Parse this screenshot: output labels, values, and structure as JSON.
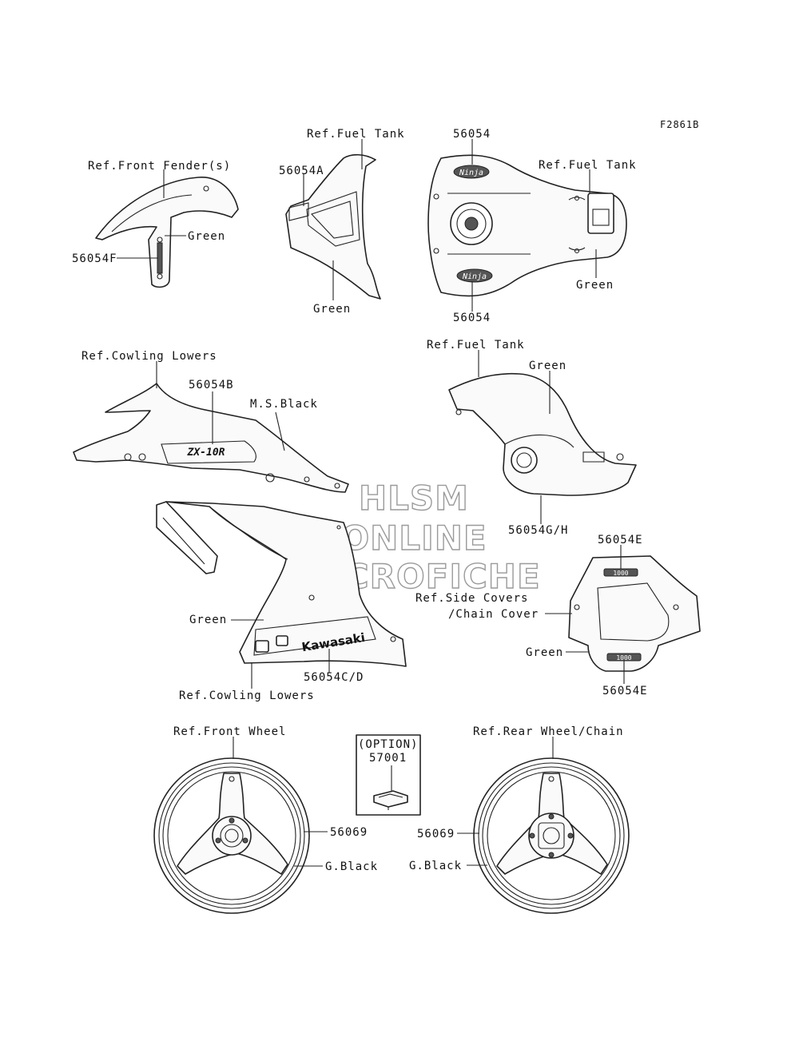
{
  "figure_code": "F2861B",
  "watermark": [
    "HLSM",
    "ONLINE",
    "MICROFICHE"
  ],
  "labels": {
    "ref_fuel_tank_top": "Ref.Fuel Tank",
    "p56054_top": "56054",
    "ref_front_fender": "Ref.Front Fender(s)",
    "p56054A": "56054A",
    "ref_fuel_tank_right": "Ref.Fuel Tank",
    "green_fender": "Green",
    "p56054F": "56054F",
    "green_tank_top": "Green",
    "green_tank_right": "Green",
    "p56054_bottom": "56054",
    "ref_cowling_lowers_top": "Ref.Cowling Lowers",
    "ref_fuel_tank_mid": "Ref.Fuel Tank",
    "green_tank_cover": "Green",
    "p56054B": "56054B",
    "ms_black": "M.S.Black",
    "p56054GH": "56054G/H",
    "p56054E_top": "56054E",
    "ref_side_covers": "Ref.Side Covers",
    "chain_cover": "/Chain Cover",
    "green_fairing": "Green",
    "green_seat": "Green",
    "p56054CD": "56054C/D",
    "p56054E_bottom": "56054E",
    "ref_cowling_lowers_bottom": "Ref.Cowling Lowers",
    "ref_front_wheel": "Ref.Front Wheel",
    "option": "(OPTION)",
    "p57001": "57001",
    "ref_rear_wheel": "Ref.Rear Wheel/Chain",
    "p56069_left": "56069",
    "p56069_right": "56069",
    "gblack_left": "G.Black",
    "gblack_right": "G.Black"
  },
  "decals": {
    "fairing_logo": "Kawasaki",
    "upper_cowl_logo": "ZX-10R",
    "tank_logo": "Ninja",
    "seat_logo": "1000"
  }
}
